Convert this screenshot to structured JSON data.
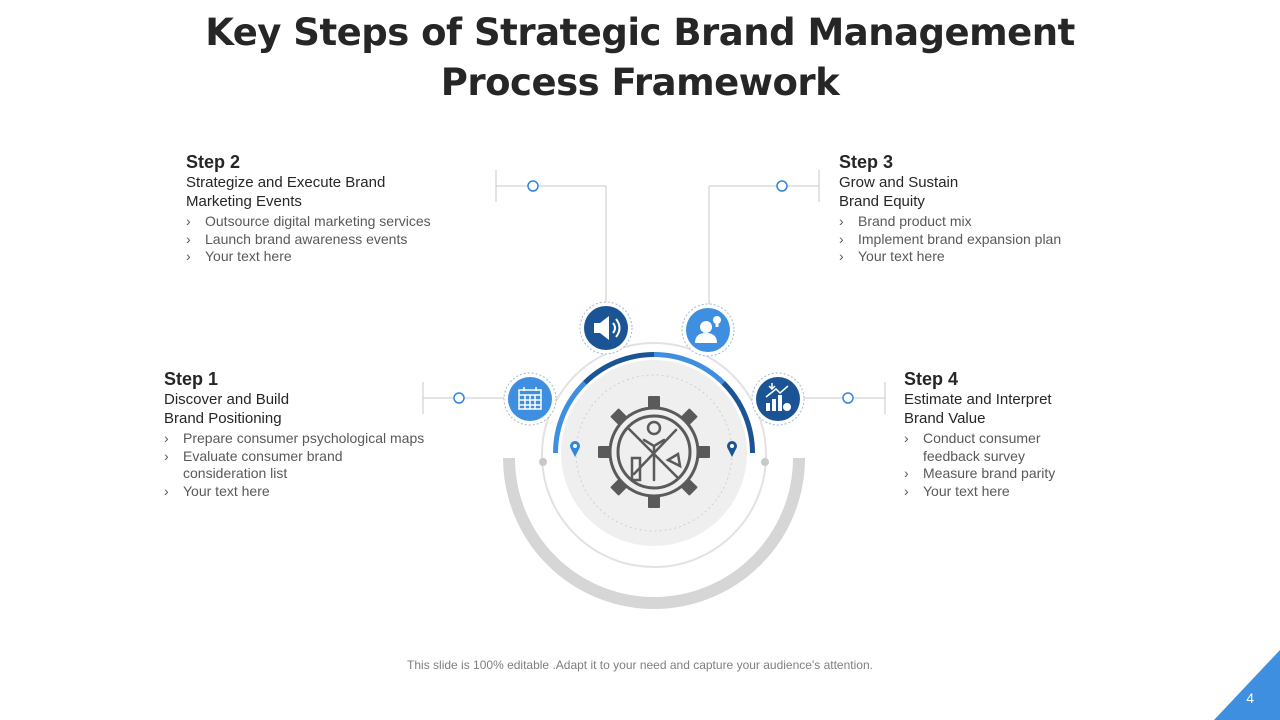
{
  "title_lines": [
    "Key Steps of Strategic Brand Management",
    "Process Framework"
  ],
  "steps": [
    {
      "title": "Step 1",
      "subtitle": [
        "Discover and Build",
        "Brand Positioning"
      ],
      "bullets": [
        "Prepare consumer psychological maps",
        "Evaluate consumer brand consideration list",
        "Your text here"
      ],
      "icon": "calendar-icon"
    },
    {
      "title": "Step 2",
      "subtitle": [
        "Strategize and Execute Brand",
        "Marketing Events"
      ],
      "bullets": [
        "Outsource digital marketing services",
        "Launch brand awareness events",
        "Your text here"
      ],
      "icon": "megaphone-icon"
    },
    {
      "title": "Step 3",
      "subtitle": [
        "Grow and Sustain",
        "Brand Equity"
      ],
      "bullets": [
        "Brand product mix",
        "Implement brand expansion plan",
        "Your text here"
      ],
      "icon": "person-idea-icon"
    },
    {
      "title": "Step 4",
      "subtitle": [
        "Estimate and Interpret",
        "Brand Value"
      ],
      "bullets": [
        "Conduct consumer feedback survey",
        "Measure brand parity",
        "Your text here"
      ],
      "icon": "growth-chart-icon"
    }
  ],
  "center_icon": "gear-tools-icon",
  "footer": "This slide is 100% editable .Adapt it to your need and capture your audience's attention.",
  "page_number": "4",
  "colors": {
    "dark_blue": "#1a5494",
    "light_blue": "#3f8fe0",
    "accent": "#2e86de",
    "gray_ring": "#d6d6d6",
    "title": "#262626"
  }
}
